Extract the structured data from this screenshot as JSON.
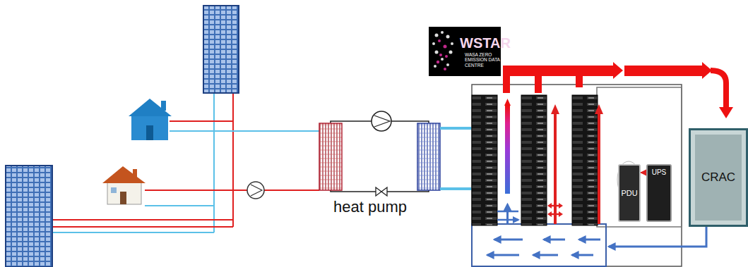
{
  "diagram": {
    "nodes": [
      {
        "text": [
          "WSTAR",
          "WASA ZERO EMISSION DATA CENTRE"
        ]
      },
      {
        "text": [
          "PDU"
        ]
      },
      {
        "text": [
          "UPS"
        ]
      },
      {
        "text": [
          "CRAC"
        ]
      }
    ],
    "edges": [
      {
        "from": 2,
        "to": 1,
        "arrow": "to"
      }
    ],
    "labels": [
      "heat pump"
    ]
  }
}
